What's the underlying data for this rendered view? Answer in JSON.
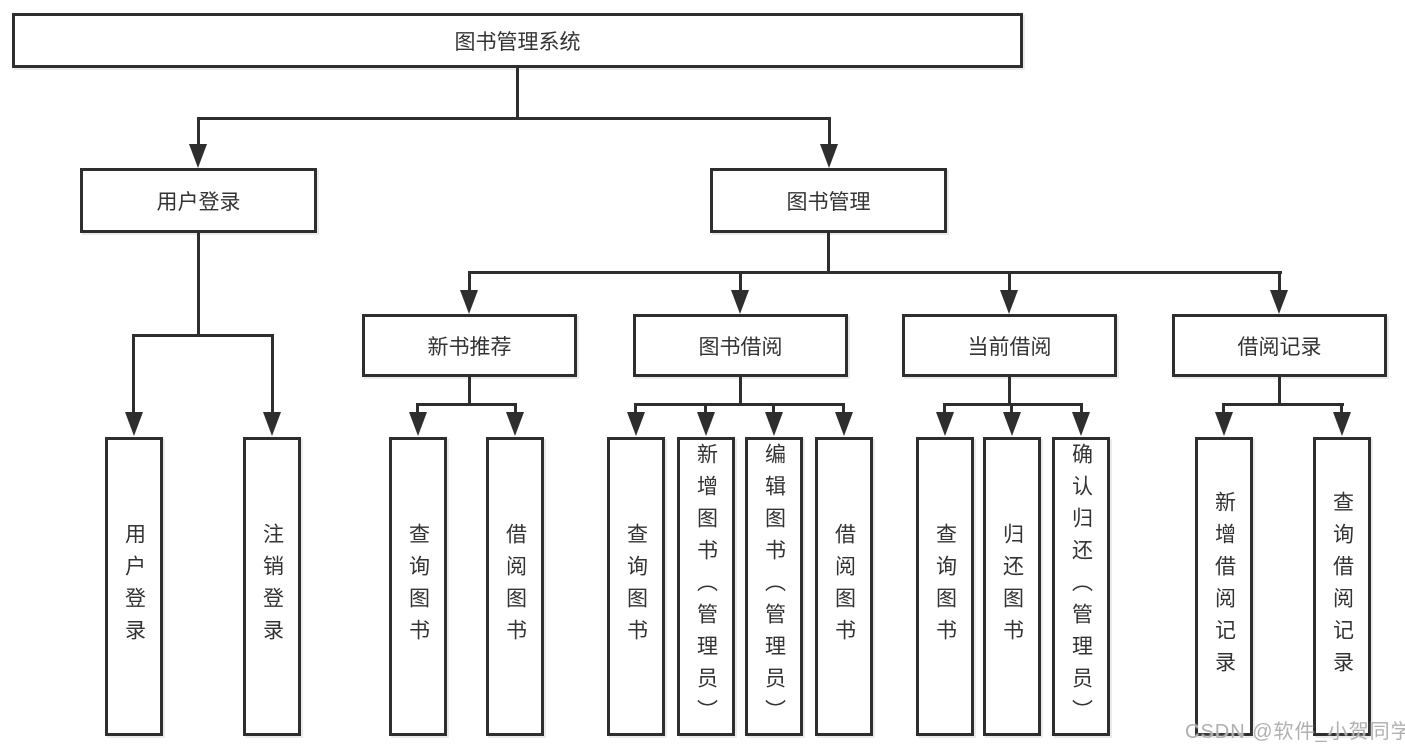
{
  "tree": {
    "label": "图书管理系统",
    "children": [
      {
        "label": "用户登录",
        "children": [
          {
            "label": "用户登录"
          },
          {
            "label": "注销登录"
          }
        ]
      },
      {
        "label": "图书管理",
        "children": [
          {
            "label": "新书推荐",
            "children": [
              {
                "label": "查询图书"
              },
              {
                "label": "借阅图书"
              }
            ]
          },
          {
            "label": "图书借阅",
            "children": [
              {
                "label": "查询图书"
              },
              {
                "label": "新增图书（管理员）"
              },
              {
                "label": "编辑图书（管理员）"
              },
              {
                "label": "借阅图书"
              }
            ]
          },
          {
            "label": "当前借阅",
            "children": [
              {
                "label": "查询图书"
              },
              {
                "label": "归还图书"
              },
              {
                "label": "确认归还（管理员）"
              }
            ]
          },
          {
            "label": "借阅记录",
            "children": [
              {
                "label": "新增借阅记录"
              },
              {
                "label": "查询借阅记录"
              }
            ]
          }
        ]
      }
    ]
  },
  "watermark": "CSDN @软件_小贺同学",
  "colors": {
    "line": "#2e2e2e",
    "box_border": "#2e2e2e",
    "text": "#333333",
    "background": "#ffffff",
    "watermark": "#b0b0b0"
  }
}
